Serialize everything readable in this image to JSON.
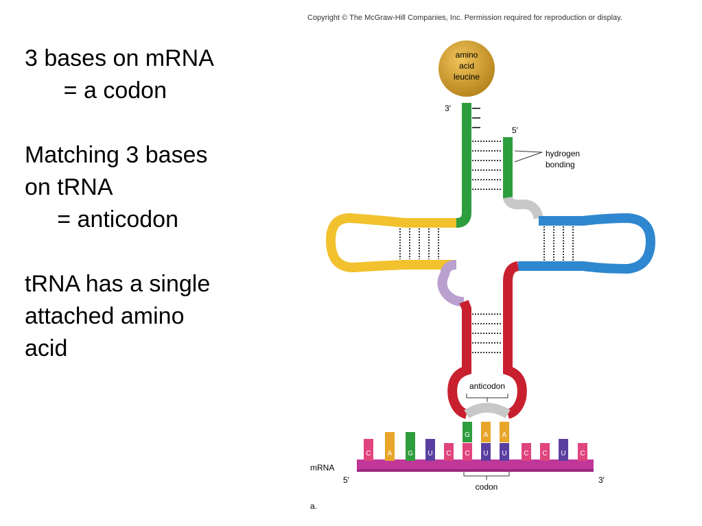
{
  "slide": {
    "lines": [
      "3 bases on mRNA",
      "      = a codon",
      "",
      "Matching 3 bases",
      "on tRNA",
      "     = anticodon",
      "",
      "tRNA has a single",
      "attached amino",
      "acid"
    ]
  },
  "figure": {
    "copyright": "Copyright © The McGraw-Hill Companies, Inc. Permission required for reproduction or display.",
    "amino_acid": [
      "amino",
      "acid",
      "leucine"
    ],
    "label_3prime_top": "3′",
    "label_5prime_top": "5′",
    "hydrogen_bonding": [
      "hydrogen",
      "bonding"
    ],
    "anticodon_label": "anticodon",
    "anticodon_bases": [
      "G",
      "A",
      "A"
    ],
    "mrna_label": "mRNA",
    "mrna_5prime": "5′",
    "mrna_3prime": "3′",
    "codon_label": "codon",
    "panel_label": "a.",
    "mrna_bases": [
      "C",
      "A",
      "G",
      "U",
      "C",
      "C",
      "U",
      "U",
      "C",
      "C",
      "U",
      "C"
    ]
  },
  "colors": {
    "green": "#2e9d3e",
    "yellow": "#f2c12e",
    "blue": "#2f87d0",
    "red": "#c8202f",
    "lavender": "#b9a0cf",
    "gray": "#c8c8c8",
    "orange": "#e8a52a",
    "purple": "#5b3fa0",
    "pink": "#e0447e",
    "magenta": "#c0379a",
    "gold": "#cf9a2a"
  }
}
